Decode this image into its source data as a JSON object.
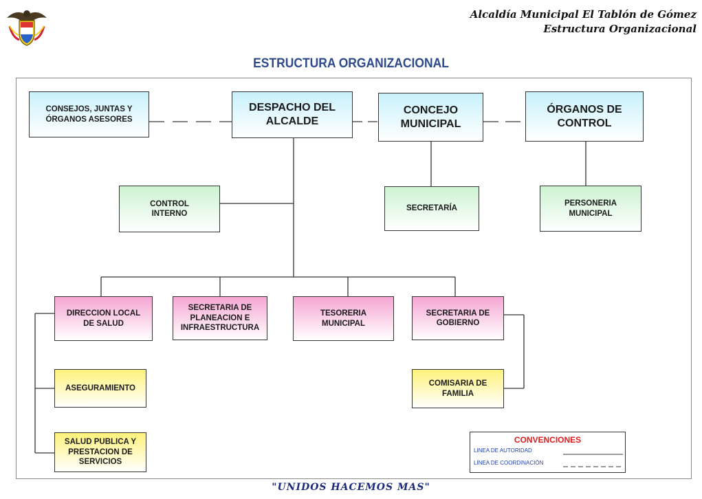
{
  "header": {
    "line1": "Alcaldía Municipal El Tablón de Gómez",
    "line2": "Estructura Organizacional"
  },
  "title": "ESTRUCTURA ORGANIZACIONAL",
  "boxes": {
    "consejos": [
      "CONSEJOS, JUNTAS Y",
      "ÓRGANOS ASESORES"
    ],
    "despacho": [
      "DESPACHO DEL",
      "ALCALDE"
    ],
    "concejo": [
      "CONCEJO",
      "MUNICIPAL"
    ],
    "organos": [
      "ÓRGANOS DE",
      "CONTROL"
    ],
    "control_interno": [
      "CONTROL",
      "INTERNO"
    ],
    "secretaria": [
      "SECRETARÍA"
    ],
    "personeria": [
      "PERSONERIA",
      "MUNICIPAL"
    ],
    "salud": [
      "DIRECCION LOCAL",
      "DE SALUD"
    ],
    "planeacion": [
      "SECRETARIA DE",
      "PLANEACION E",
      "INFRAESTRUCTURA"
    ],
    "tesoreria": [
      "TESORERIA",
      "MUNICIPAL"
    ],
    "gobierno": [
      "SECRETARIA DE",
      "GOBIERNO"
    ],
    "comisaria": [
      "COMISARIA DE",
      "FAMILIA"
    ],
    "aseguramiento": [
      "ASEGURAMIENTO"
    ],
    "salud_publica": [
      "SALUD PUBLICA Y",
      "PRESTACION DE",
      "SERVICIOS"
    ]
  },
  "legend": {
    "title": "CONVENCIONES",
    "authority": "LINEA DE AUTORIDAD",
    "coordination": "LÍNEA DE COORDINACIÓN"
  },
  "motto": "\"UNIDOS HACEMOS MAS\"",
  "colors": {
    "title": "#2e4a8c",
    "blue_box": "#c8f1fb",
    "green_box": "#cdf3d2",
    "pink_box": "#f6a6d3",
    "yellow_box": "#fff27a",
    "legend_title": "#e01b1b",
    "legend_text": "#1f3fb0"
  }
}
